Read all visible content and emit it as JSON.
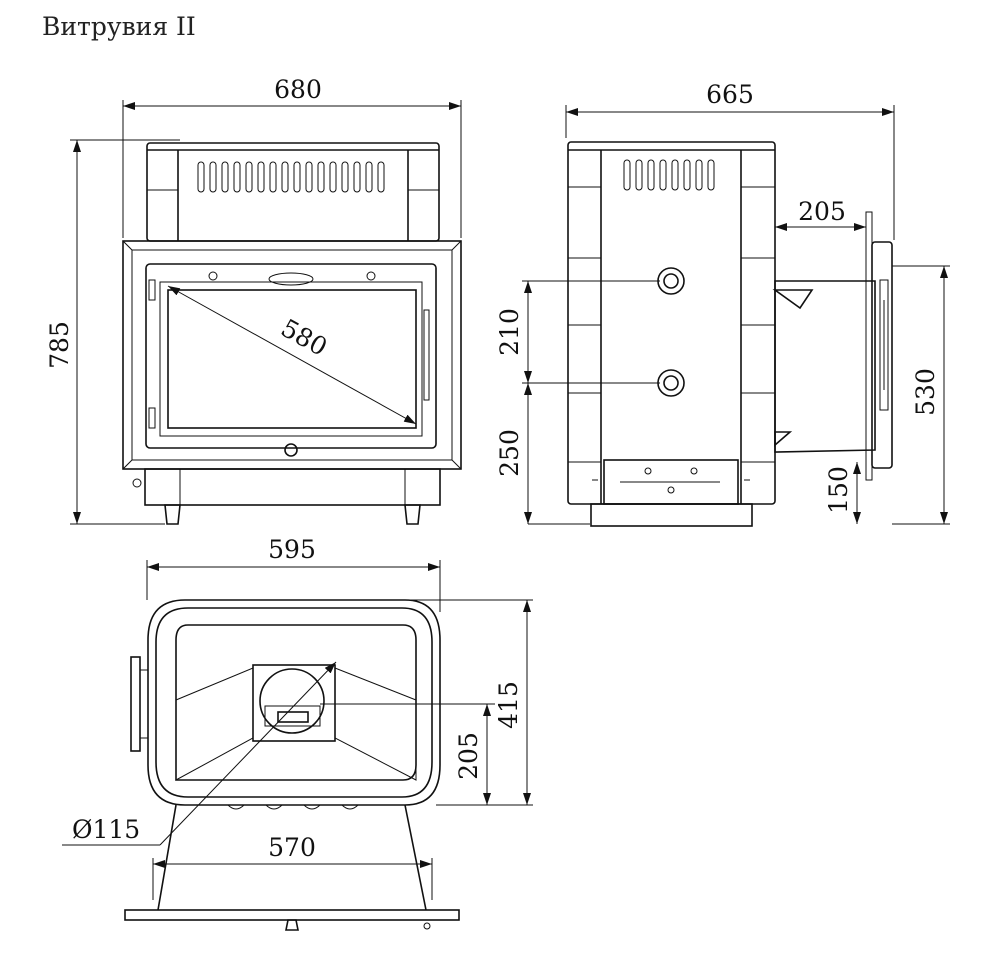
{
  "title": "Витрувия II",
  "dimensions": {
    "front_width": "680",
    "front_height": "785",
    "glass_diagonal": "580",
    "side_depth": "665",
    "side_tunnel": "205",
    "side_pipe_spacing": "210",
    "side_pipe_height": "250",
    "side_frame_height": "530",
    "side_bottom": "150",
    "top_width": "595",
    "top_depth": "415",
    "top_chimney_offset": "205",
    "top_chimney_diameter": "Ø115",
    "top_portal_width": "570"
  }
}
